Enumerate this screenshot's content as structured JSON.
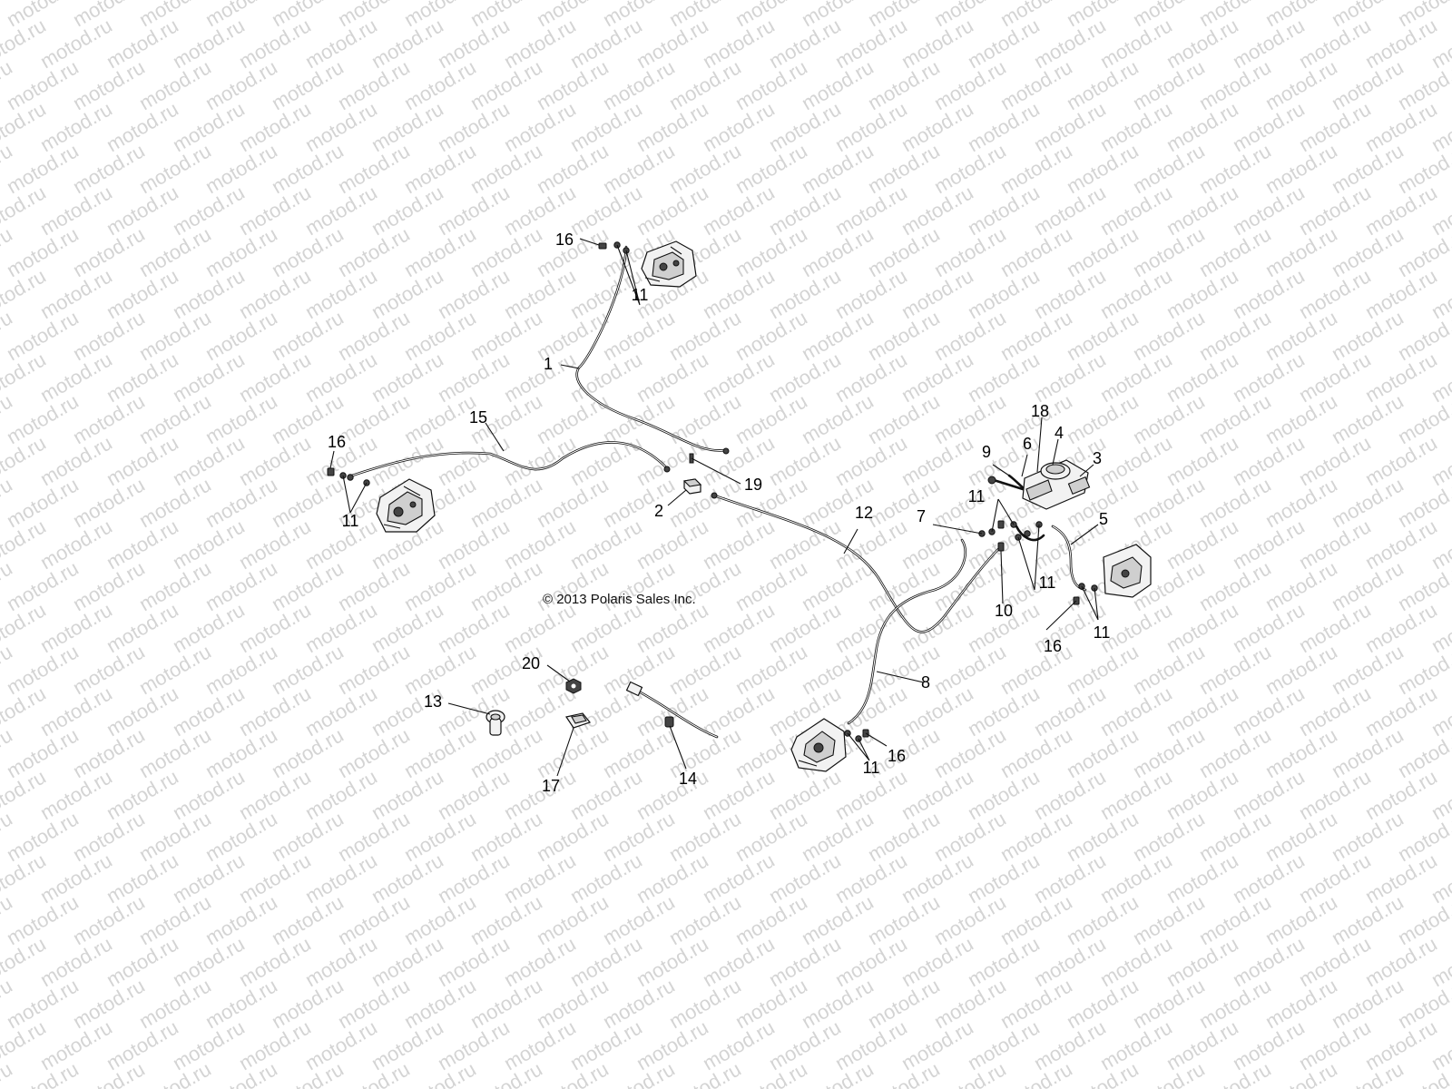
{
  "watermark": {
    "text": "motod.ru"
  },
  "copyright": {
    "text": "© 2013 Polaris Sales Inc."
  },
  "callouts": {
    "c1": "1",
    "c2": "2",
    "c3": "3",
    "c4": "4",
    "c5": "5",
    "c6": "6",
    "c7": "7",
    "c8": "8",
    "c9": "9",
    "c10": "10",
    "c11a": "11",
    "c11b": "11",
    "c11c": "11",
    "c11d": "11",
    "c11e": "11",
    "c11f": "11",
    "c12": "12",
    "c13": "13",
    "c14": "14",
    "c15": "15",
    "c16a": "16",
    "c16b": "16",
    "c16c": "16",
    "c16d": "16",
    "c17": "17",
    "c18": "18",
    "c19": "19",
    "c20": "20"
  }
}
